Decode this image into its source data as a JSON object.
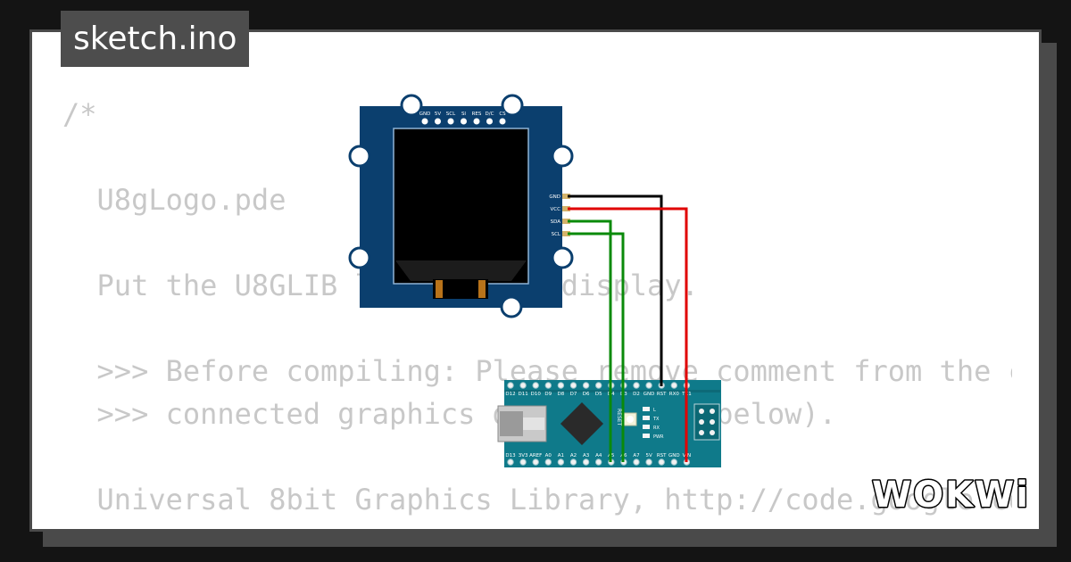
{
  "tab": {
    "filename": "sketch.ino"
  },
  "code": {
    "lines": [
      "/*",
      "",
      "  U8gLogo.pde",
      "",
      "  Put the U8GLIB logo on the display.",
      "",
      "  >>> Before compiling: Please remove comment from the c",
      "  >>> connected graphics display (see below).",
      "",
      "  Universal 8bit Graphics Library, http://code.google.co"
    ]
  },
  "oled": {
    "top_pins": [
      "GND",
      "5V",
      "SCL",
      "SI",
      "RES",
      "D/C",
      "CS"
    ],
    "side_pins": [
      "GND",
      "VCC",
      "SDA",
      "SCL"
    ]
  },
  "nano": {
    "top_pins": [
      "D12",
      "D11",
      "D10",
      "D9",
      "D8",
      "D7",
      "D6",
      "D5",
      "D4",
      "D3",
      "D2",
      "GND",
      "RST",
      "RX0",
      "TX1"
    ],
    "bottom_pins": [
      "D13",
      "3V3",
      "AREF",
      "A0",
      "A1",
      "A2",
      "A3",
      "A4",
      "A5",
      "A6",
      "A7",
      "5V",
      "RST",
      "GND",
      "VIN"
    ],
    "reset_label": "RESET",
    "led_labels": [
      "L",
      "TX",
      "RX",
      "PWR"
    ]
  },
  "brand": {
    "logo_text": "WOKWi"
  },
  "colors": {
    "background": "#141414",
    "paper": "#ffffff",
    "code_text": "#c8c8c8",
    "oled_board": "#0b3f6e",
    "nano_board": "#0f7a8a",
    "wire_gnd": "#000000",
    "wire_vcc": "#e00000",
    "wire_data": "#0a8a0a"
  }
}
